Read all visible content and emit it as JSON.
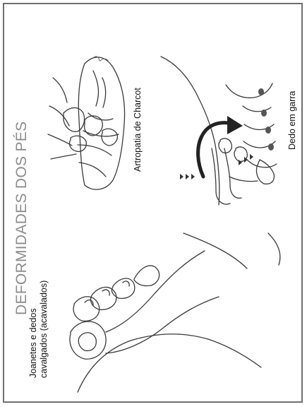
{
  "title": "DEFORMIDADES DOS PÉS",
  "labels": {
    "bunions_line1": "Joanetes e dedos",
    "bunions_line2": "cavalgados (acavalados)",
    "charcot": "Artropatia de Charcot",
    "claw_toe": "Dedo em garra"
  },
  "icons": [
    "foot-bunions-illustration",
    "charcot-foot-xray-illustration",
    "claw-toe-illustration",
    "curved-arrow-icon",
    "triangle-markers-icon"
  ],
  "colors": {
    "title": "#8c8c8c",
    "line": "#3a3a3a",
    "border": "#6f6f6f"
  }
}
